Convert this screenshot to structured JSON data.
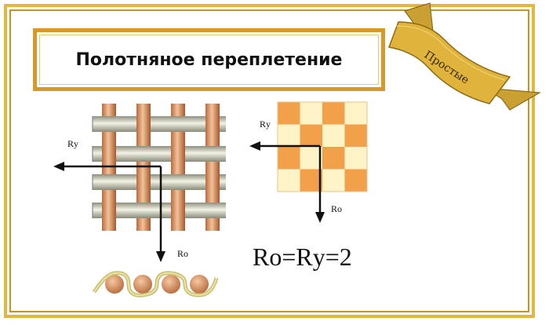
{
  "title": "Полотняное переплетение",
  "ribbon_text": "Простые",
  "left_diagram": {
    "label_horizontal": "Rу",
    "label_vertical": "Rо"
  },
  "right_diagram": {
    "label_horizontal": "Rу",
    "label_vertical": "Rо",
    "colors": {
      "dark": "#f2a04a",
      "light": "#fff4c8"
    }
  },
  "formula": "Rо=Rу=2",
  "colors": {
    "frame_outer": "#e2b73a",
    "frame_inner": "#c9931e",
    "ribbon": "#e0b43c"
  }
}
